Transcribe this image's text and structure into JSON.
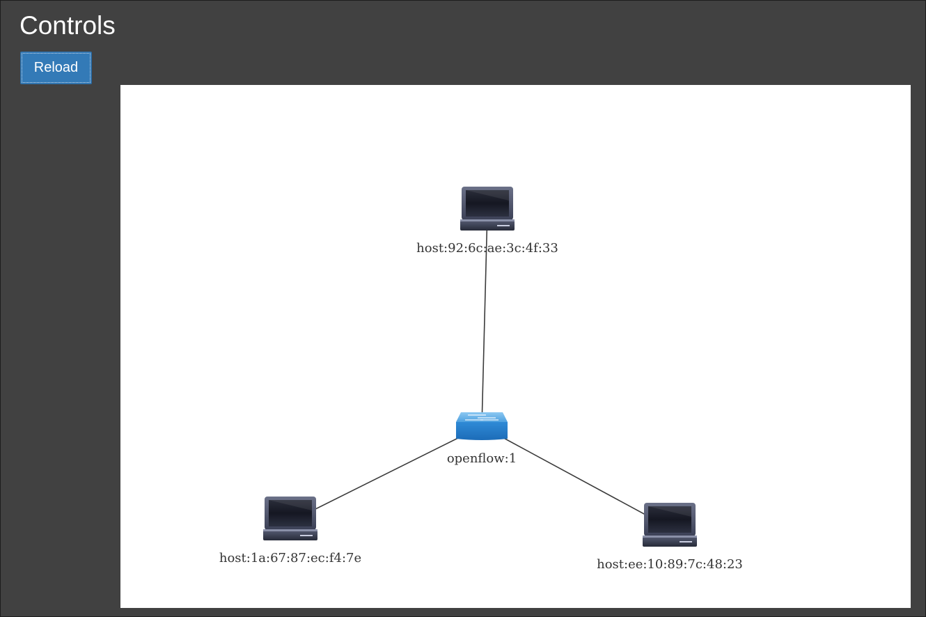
{
  "header": {
    "title": "Controls",
    "reload_label": "Reload"
  },
  "topology": {
    "nodes": [
      {
        "id": "openflow:1",
        "label": "openflow:1",
        "type": "switch"
      },
      {
        "id": "host:92:6c:ae:3c:4f:33",
        "label": "host:92:6c:ae:3c:4f:33",
        "type": "host"
      },
      {
        "id": "host:1a:67:87:ec:f4:7e",
        "label": "host:1a:67:87:ec:f4:7e",
        "type": "host"
      },
      {
        "id": "host:ee:10:89:7c:48:23",
        "label": "host:ee:10:89:7c:48:23",
        "type": "host"
      }
    ],
    "links": [
      {
        "source": "openflow:1",
        "target": "host:92:6c:ae:3c:4f:33"
      },
      {
        "source": "openflow:1",
        "target": "host:1a:67:87:ec:f4:7e"
      },
      {
        "source": "openflow:1",
        "target": "host:ee:10:89:7c:48:23"
      }
    ],
    "icons": {
      "switch": "network-switch-icon",
      "host": "laptop-icon"
    },
    "colors": {
      "switch": "#2f86d0",
      "host_body": "#3a3f55",
      "link": "#3a3a3a"
    }
  }
}
